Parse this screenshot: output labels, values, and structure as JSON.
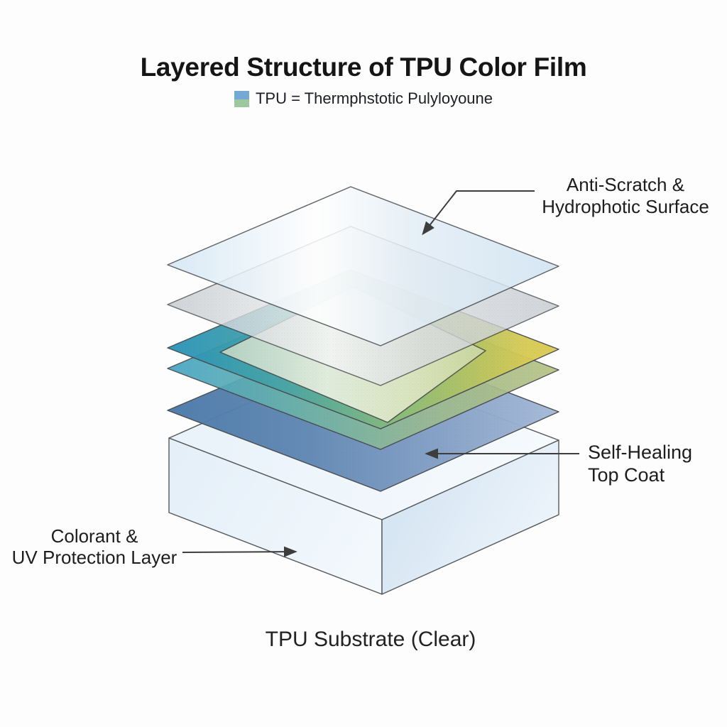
{
  "title": "Layered Structure of TPU Color Film",
  "legend": {
    "text": "TPU = Thermphstotic Pulyloyoune",
    "swatch_top_color": "#74a9d4",
    "swatch_bottom_color": "#9dc89d"
  },
  "labels": {
    "anti_scratch": {
      "line1": "Anti-Scratch &",
      "line2": "Hydrophotic Surface"
    },
    "self_healing": {
      "line1": "Self-Healing",
      "line2": "Top Coat"
    },
    "colorant": {
      "line1": "Colorant &",
      "line2": "UV Protection Layer"
    },
    "substrate": "TPU Substrate (Clear)"
  },
  "layers": {
    "anti_scratch_sheet": {
      "left": "#d2e6f4",
      "sheen": "#ffffff",
      "mid": "#e4eef6",
      "right": "#cfe3f2"
    },
    "clear_sheet": {
      "left": "#c5cacf",
      "sheen": "#f6f7f7",
      "mid": "#dadde0",
      "right": "#c7ccd2"
    },
    "inset_sheet": {
      "left": "#c4d8c5",
      "sheen": "#f2f5e6",
      "mid": "#e4eac9",
      "right": "#ccd8a5"
    },
    "color_sheet_upper": {
      "a": "#2793ba",
      "b": "#49a5a5",
      "c": "#8cbd78",
      "d": "#d9cb52"
    },
    "color_sheet_lower": {
      "a": "#44a6c5",
      "b": "#6fb4a8",
      "c": "#9fbc90",
      "d": "#b9c383"
    },
    "top_coat_sheet": {
      "a": "#4b79a9",
      "b": "#5f87b3",
      "c": "#84a0c6",
      "d": "#a6bad9"
    },
    "substrate_box": {
      "top_a": "#e9f2fa",
      "top_b": "#f6fafd",
      "left_a": "#e4eff8",
      "left_b": "#f4f9fd",
      "right_a": "#d7e6f3",
      "right_b": "#eef5fb"
    }
  },
  "line_color": "#3d3d3d",
  "text_color": "#1d1d1d"
}
